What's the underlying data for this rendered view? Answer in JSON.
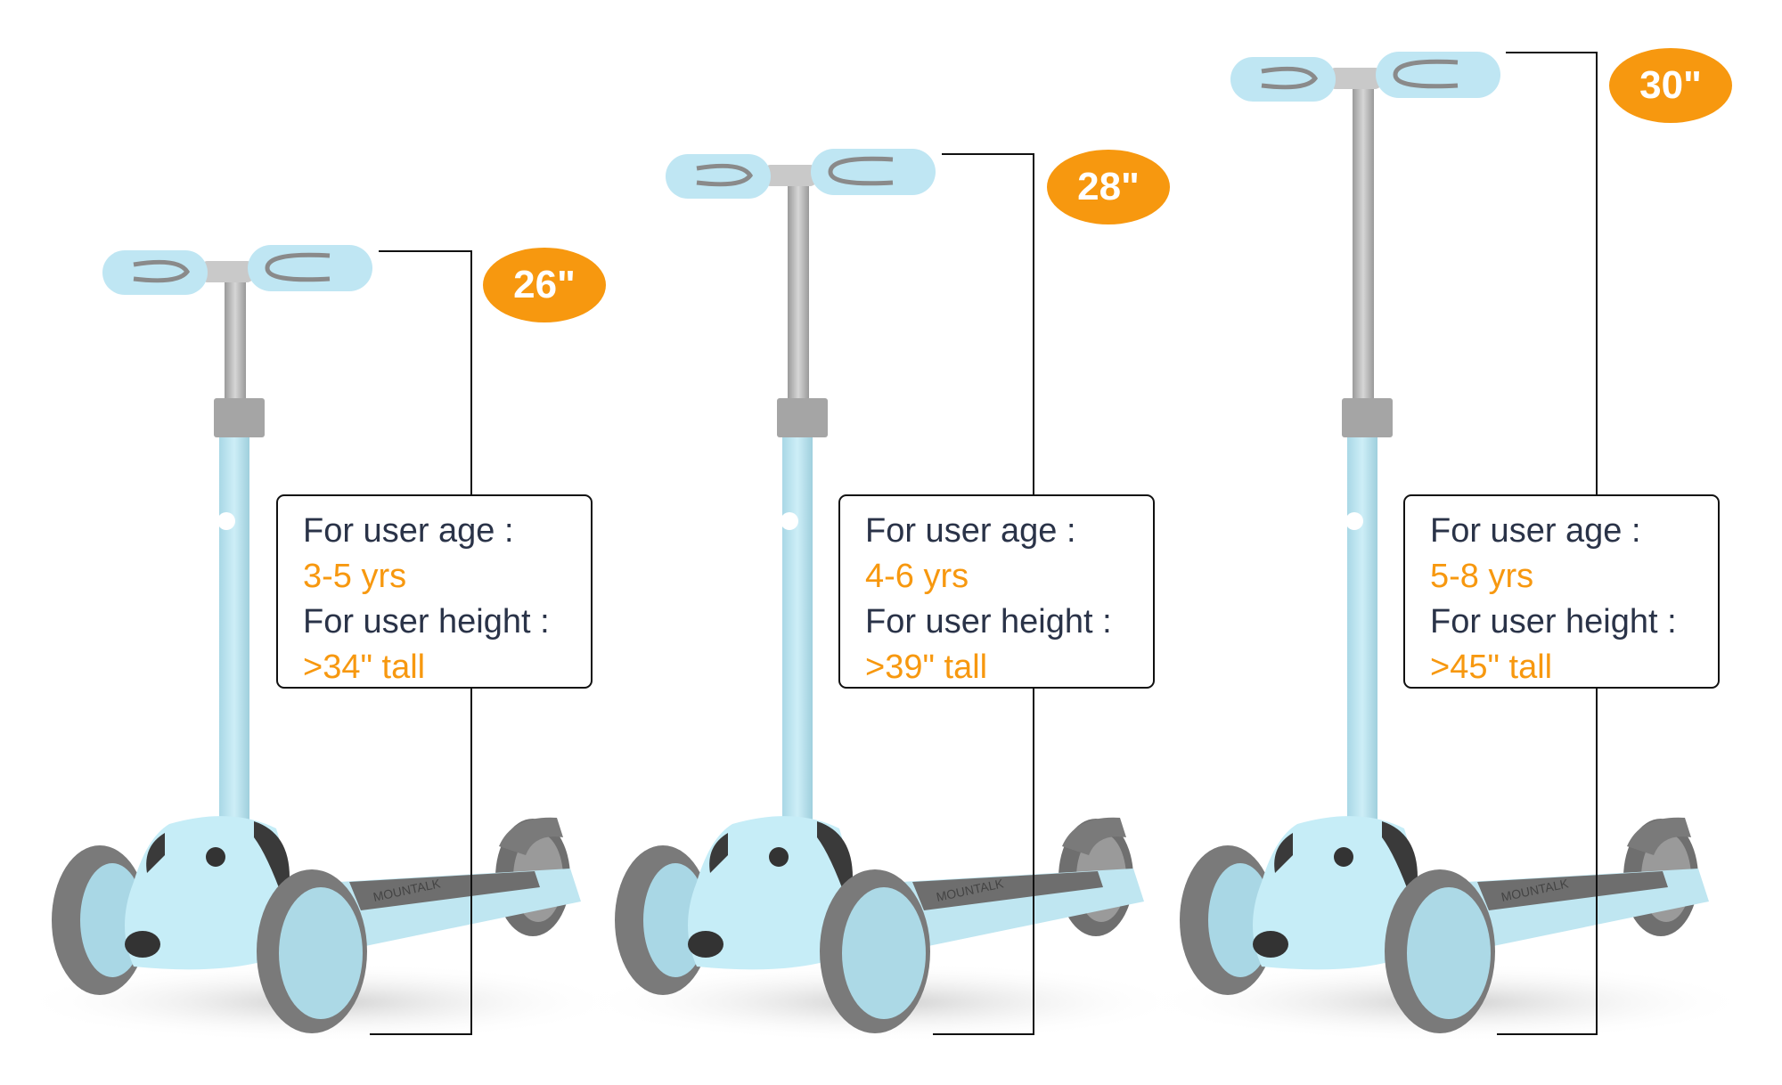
{
  "colors": {
    "accent": "#f7980f",
    "label_text": "#2a3348",
    "scooter_blue": "#bfe6f1",
    "scooter_grey": "#7d7d7d"
  },
  "scooters": [
    {
      "handlebar_height": "26\"",
      "age_label": "For user age :",
      "age": "3-5 yrs",
      "height_label": "For user height :",
      "height": ">34\" tall"
    },
    {
      "handlebar_height": "28\"",
      "age_label": "For user age :",
      "age": "4-6 yrs",
      "height_label": "For user height :",
      "height": ">39\" tall"
    },
    {
      "handlebar_height": "30\"",
      "age_label": "For user age :",
      "age": "5-8 yrs",
      "height_label": "For user height :",
      "height": ">45\" tall"
    }
  ],
  "brand_mark": "MOUNTALK"
}
